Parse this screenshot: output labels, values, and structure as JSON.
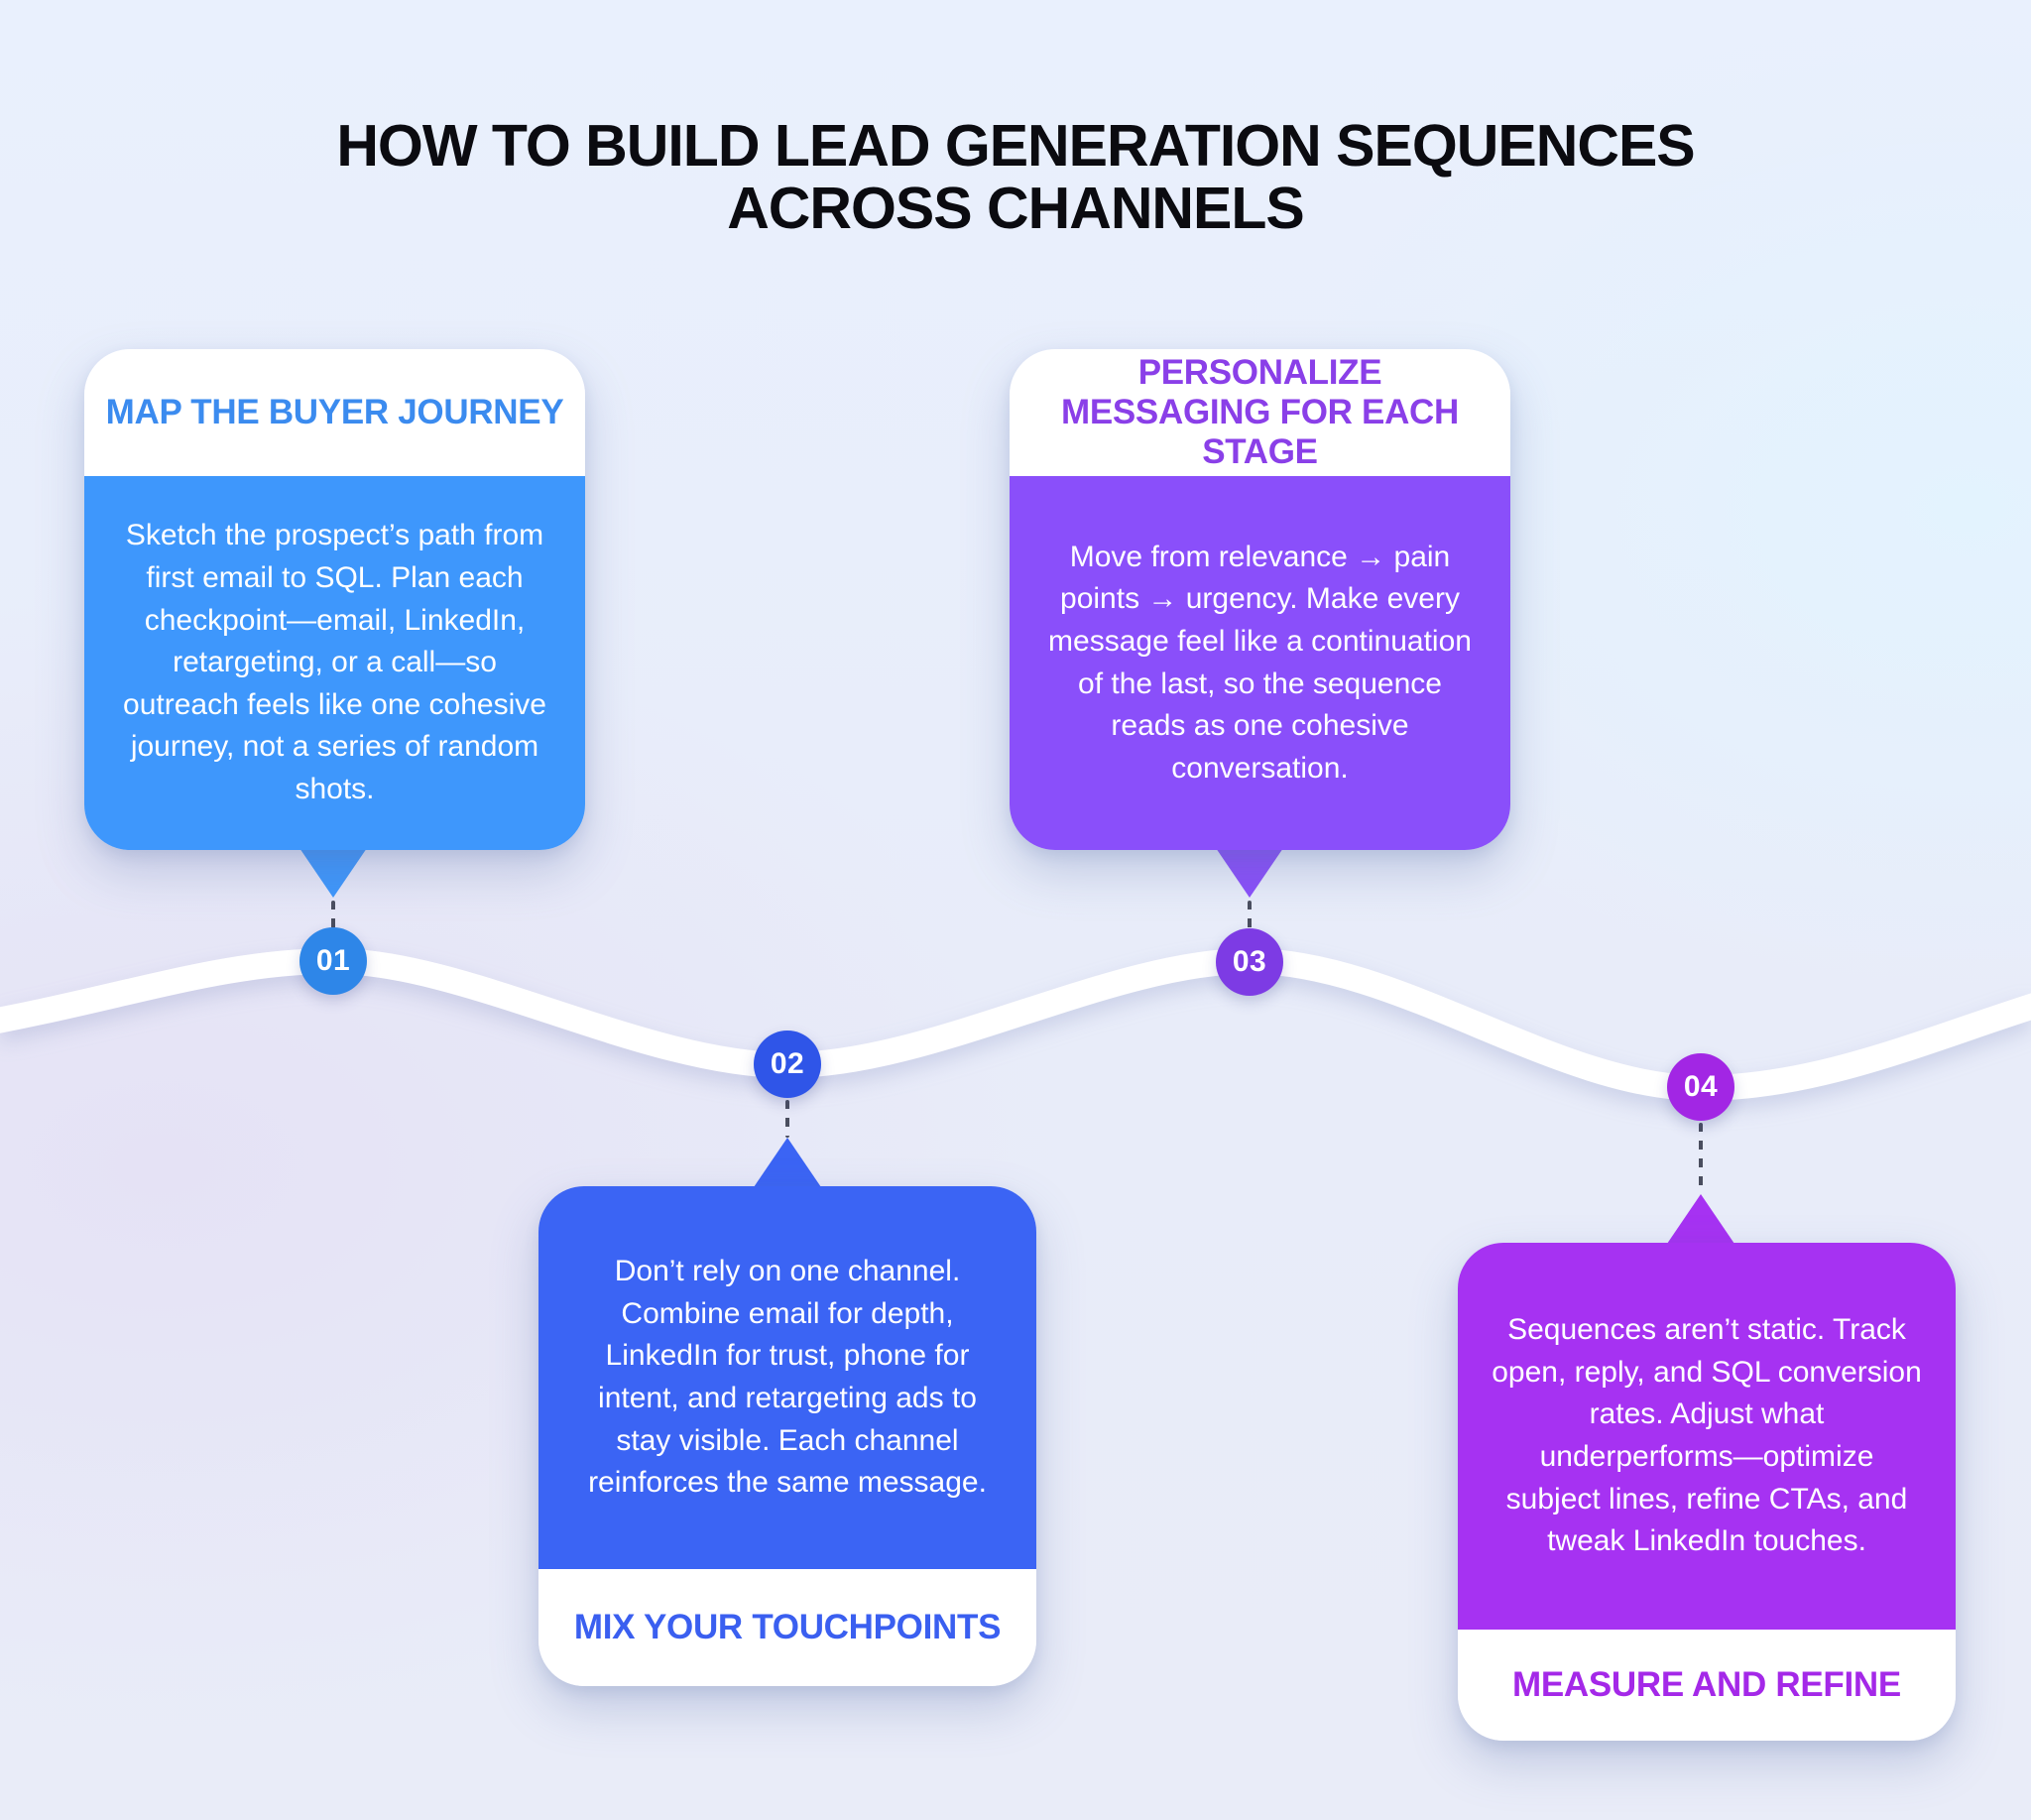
{
  "title": {
    "line1": "HOW TO BUILD LEAD GENERATION SEQUENCES",
    "line2": "ACROSS CHANNELS",
    "color": "#0B0B10"
  },
  "steps": [
    {
      "number": "01",
      "title": "MAP THE BUYER JOURNEY",
      "body": "Sketch the prospect’s path from first email to SQL. Plan each checkpoint—email, LinkedIn, retargeting, or a call—so outreach feels like one cohesive journey, not a series of random shots.",
      "colors": {
        "body": "#3E97FC",
        "title": "#3B8BEF",
        "circle": "#2E86E8"
      }
    },
    {
      "number": "02",
      "title": "MIX YOUR TOUCHPOINTS",
      "body": "Don’t rely on one channel. Combine email for depth, LinkedIn for trust, phone for intent, and retargeting ads to stay visible. Each channel reinforces the same message.",
      "colors": {
        "body": "#3B64F4",
        "title": "#3A5FF0",
        "circle": "#2F55E8"
      }
    },
    {
      "number": "03",
      "title": "PERSONALIZE MESSAGING FOR EACH STAGE",
      "body": "Move from relevance → pain points → urgency. Make every message feel like a continuation of the last, so the sequence reads as one cohesive conversation.",
      "colors": {
        "body": "#8A4FFA",
        "title": "#8A3FE8",
        "circle": "#7D3BE4"
      }
    },
    {
      "number": "04",
      "title": "MEASURE AND REFINE",
      "body": "Sequences aren’t static. Track open, reply, and SQL conversion rates. Adjust what underperforms—optimize subject lines, refine CTAs, and tweak LinkedIn touches.",
      "colors": {
        "body": "#A632F2",
        "title": "#A428E8",
        "circle": "#A226E4"
      }
    }
  ],
  "wave_color": "#FFFFFF",
  "connector_color": "#4A4E5F",
  "background": {
    "top_blue": "#E9F0FD",
    "lavender": "#E5E2F5",
    "pale_cyan": "#E3F3FE"
  }
}
